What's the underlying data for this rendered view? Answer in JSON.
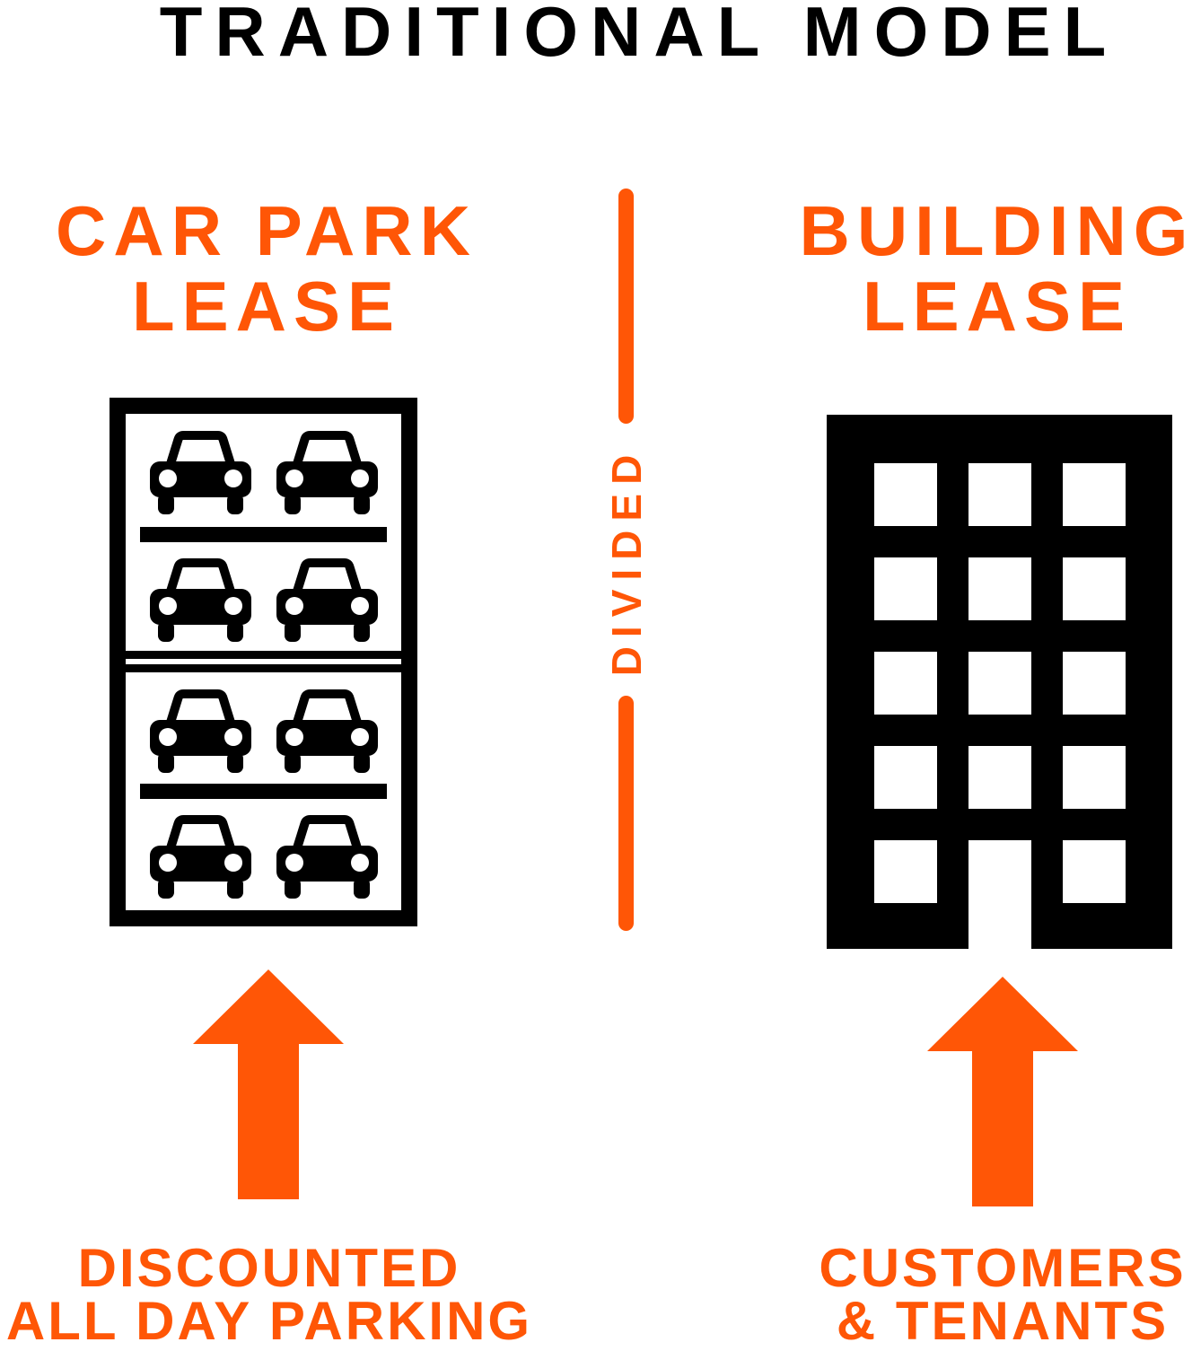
{
  "colors": {
    "accent": "#FF5606",
    "ink": "#000000",
    "background": "#FFFFFF"
  },
  "title": "TRADITIONAL MODEL",
  "left": {
    "heading_line1": "CAR PARK",
    "heading_line2": "LEASE",
    "icon": "car-park-icon",
    "caption_line1": "DISCOUNTED",
    "caption_line2": "ALL DAY PARKING"
  },
  "divider": {
    "label": "DIVIDED"
  },
  "right": {
    "heading_line1": "BUILDING",
    "heading_line2": "LEASE",
    "icon": "building-icon",
    "caption_line1": "CUSTOMERS",
    "caption_line2": "& TENANTS"
  },
  "arrows": {
    "left_icon": "up-arrow-icon",
    "right_icon": "up-arrow-icon"
  }
}
